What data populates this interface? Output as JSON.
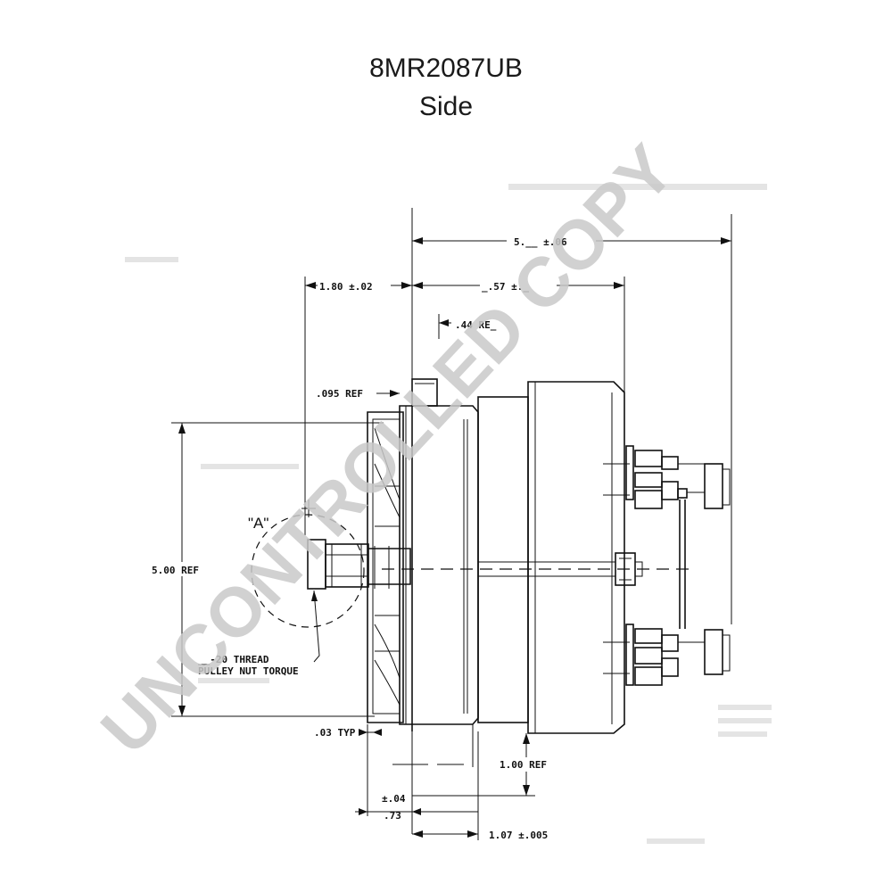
{
  "title": {
    "part_number": "8MR2087UB",
    "view": "Side"
  },
  "dimensions": {
    "overall_length": "5.__ ±.06",
    "front_to_flange": "1.80 ±.02",
    "body_length": "_.57 ±._",
    "boss_offset": ".44 RE_",
    "flange_ref": ".095 REF",
    "fan_diameter": "5.00 REF",
    "fan_gap": ".03 TYP",
    "foot_height": "1.00 REF",
    "pulley_tol": "±.04",
    "pulley_width": ".73",
    "foot_offset": "1.07 ±.005"
  },
  "notes": {
    "detail_label": "\"A\"",
    "thread_note": "__-20 THREAD",
    "torque_note": "PULLEY NUT TORQUE"
  },
  "watermark": "UNCONTROLLED COPY"
}
